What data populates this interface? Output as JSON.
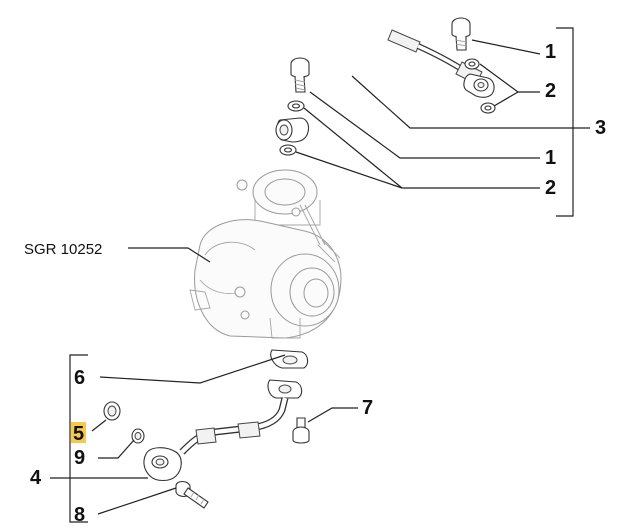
{
  "labels": {
    "top_1": "1",
    "top_2": "2",
    "top_3": "3",
    "mid_1": "1",
    "mid_2": "2",
    "sgr": "SGR 10252",
    "b_6": "6",
    "b_5": "5",
    "b_9": "9",
    "b_4": "4",
    "b_7": "7",
    "b_8": "8"
  },
  "colors": {
    "highlight": "#f7c948",
    "lines": "#222222"
  }
}
